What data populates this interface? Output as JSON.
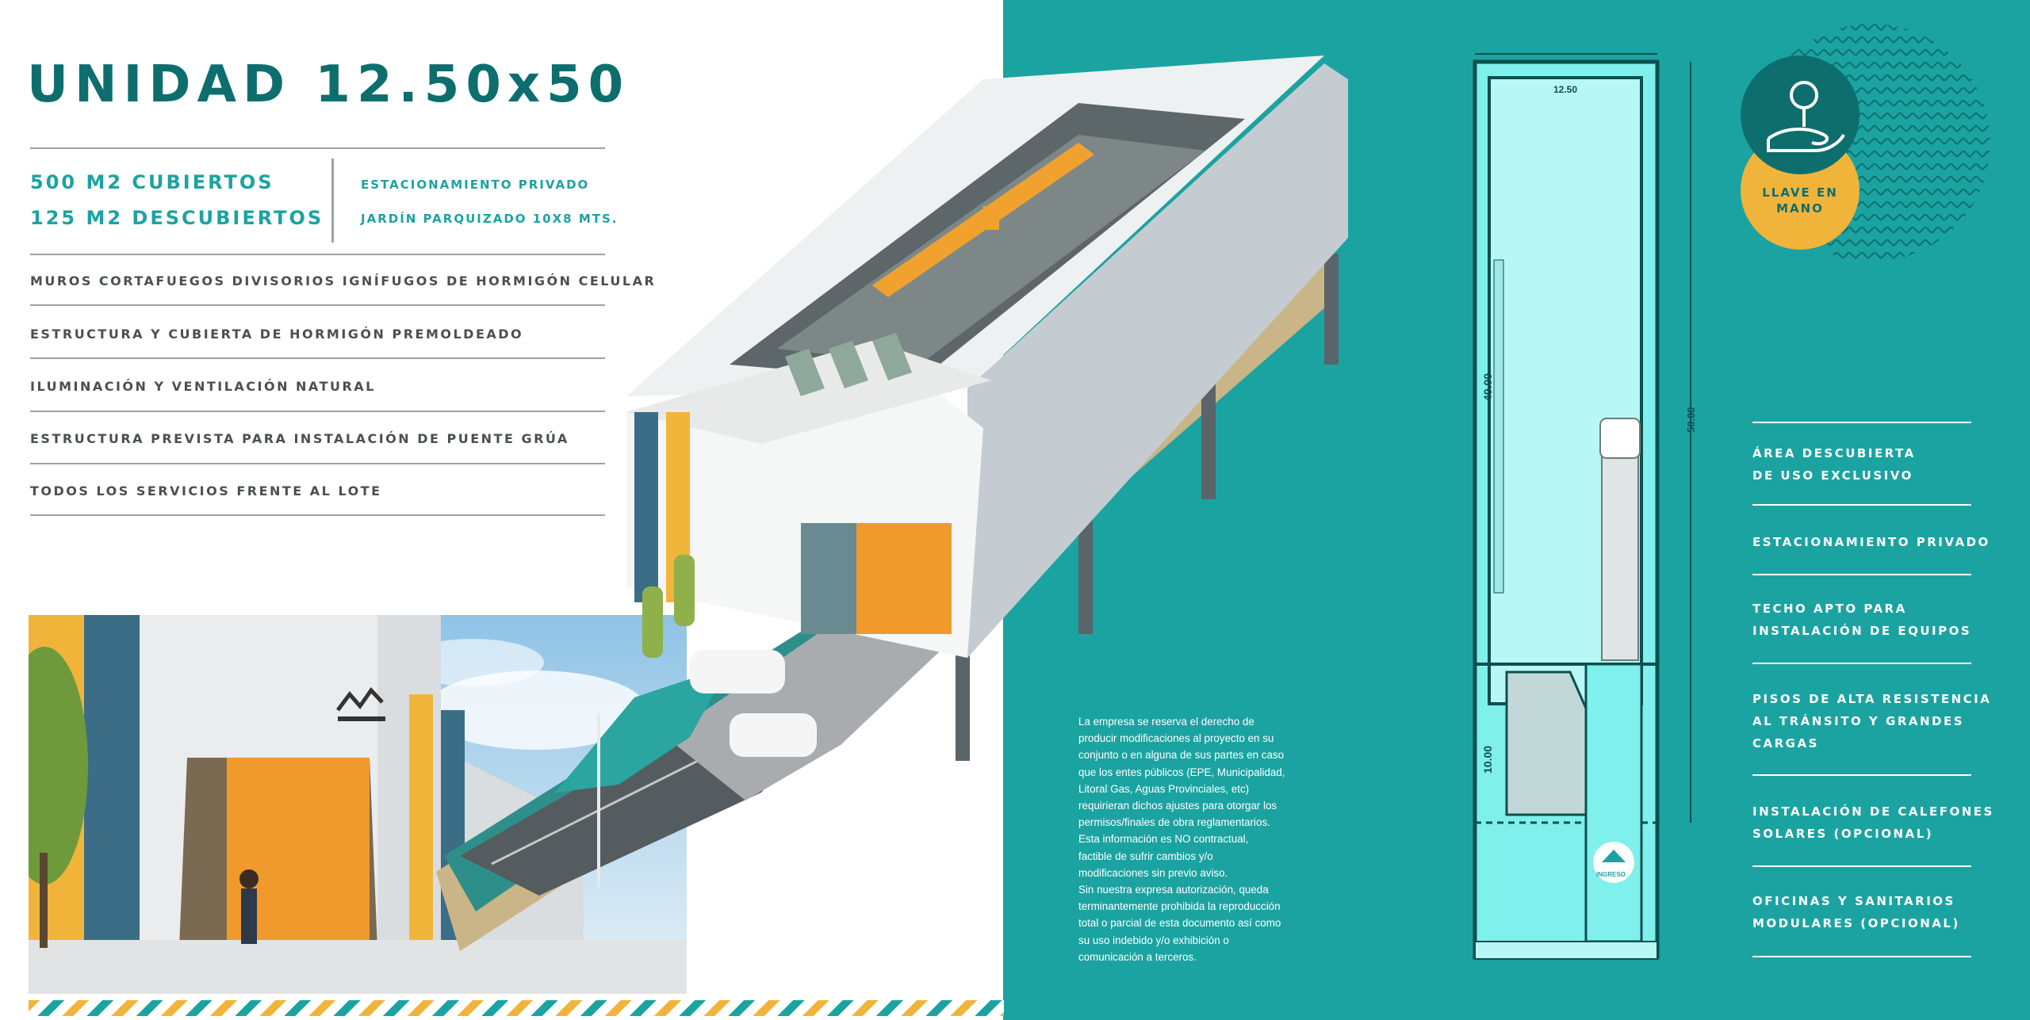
{
  "title": "UNIDAD 12.50x50",
  "specs": {
    "covered": "500 M2 CUBIERTOS",
    "uncovered": "125 M2 DESCUBIERTOS",
    "parking": "ESTACIONAMIENTO PRIVADO",
    "garden": "JARDÍN PARQUIZADO 10X8 MTS."
  },
  "features": [
    "MUROS CORTAFUEGOS DIVISORIOS IGNÍFUGOS DE HORMIGÓN CELULAR",
    "ESTRUCTURA Y CUBIERTA DE HORMIGÓN PREMOLDEADO",
    "ILUMINACIÓN Y VENTILACIÓN NATURAL",
    "ESTRUCTURA PREVISTA PARA INSTALACIÓN DE PUENTE GRÚA",
    "TODOS LOS SERVICIOS FRENTE AL LOTE"
  ],
  "disclaimer_lines": [
    "La empresa se reserva el derecho de",
    "producir modificaciones al proyecto en su",
    "conjunto o en alguna de sus partes en caso",
    "que los entes públicos (EPE, Municipalidad,",
    "Litoral Gas, Aguas Provinciales, etc)",
    "requirieran dichos ajustes para otorgar los",
    "permisos/finales de obra reglamentarios.",
    "Esta información es NO contractual,",
    "factible de sufrir cambios y/o",
    "modificaciones sin previo aviso.",
    "Sin nuestra expresa autorización, queda",
    "terminantemente prohibida la reproducción",
    "total o parcial de esta documento así como",
    "su uso indebido y/o exhibición o",
    "comunicación a terceros."
  ],
  "plan": {
    "width_label": "12.50",
    "length_label": "50.00",
    "inner_label": "40.00",
    "front_label": "10.00",
    "entry_label": "INGRESO"
  },
  "badge": {
    "line1": "LLAVE EN",
    "line2": "MANO"
  },
  "right_features": [
    [
      "ÁREA DESCUBIERTA",
      "DE USO EXCLUSIVO"
    ],
    [
      "ESTACIONAMIENTO PRIVADO"
    ],
    [
      "TECHO APTO PARA",
      "INSTALACIÓN DE EQUIPOS"
    ],
    [
      "PISOS DE ALTA RESISTENCIA",
      "AL TRÁNSITO Y GRANDES",
      "CARGAS"
    ],
    [
      "INSTALACIÓN DE CALEFONES",
      "SOLARES (OPCIONAL)"
    ],
    [
      "OFICINAS Y SANITARIOS",
      "MODULARES (OPCIONAL)"
    ]
  ],
  "colors": {
    "teal": "#1ba3a1",
    "dark_teal": "#0e6e6e",
    "yellow": "#f1b43b",
    "plan_fill": "#7ff0ec"
  }
}
